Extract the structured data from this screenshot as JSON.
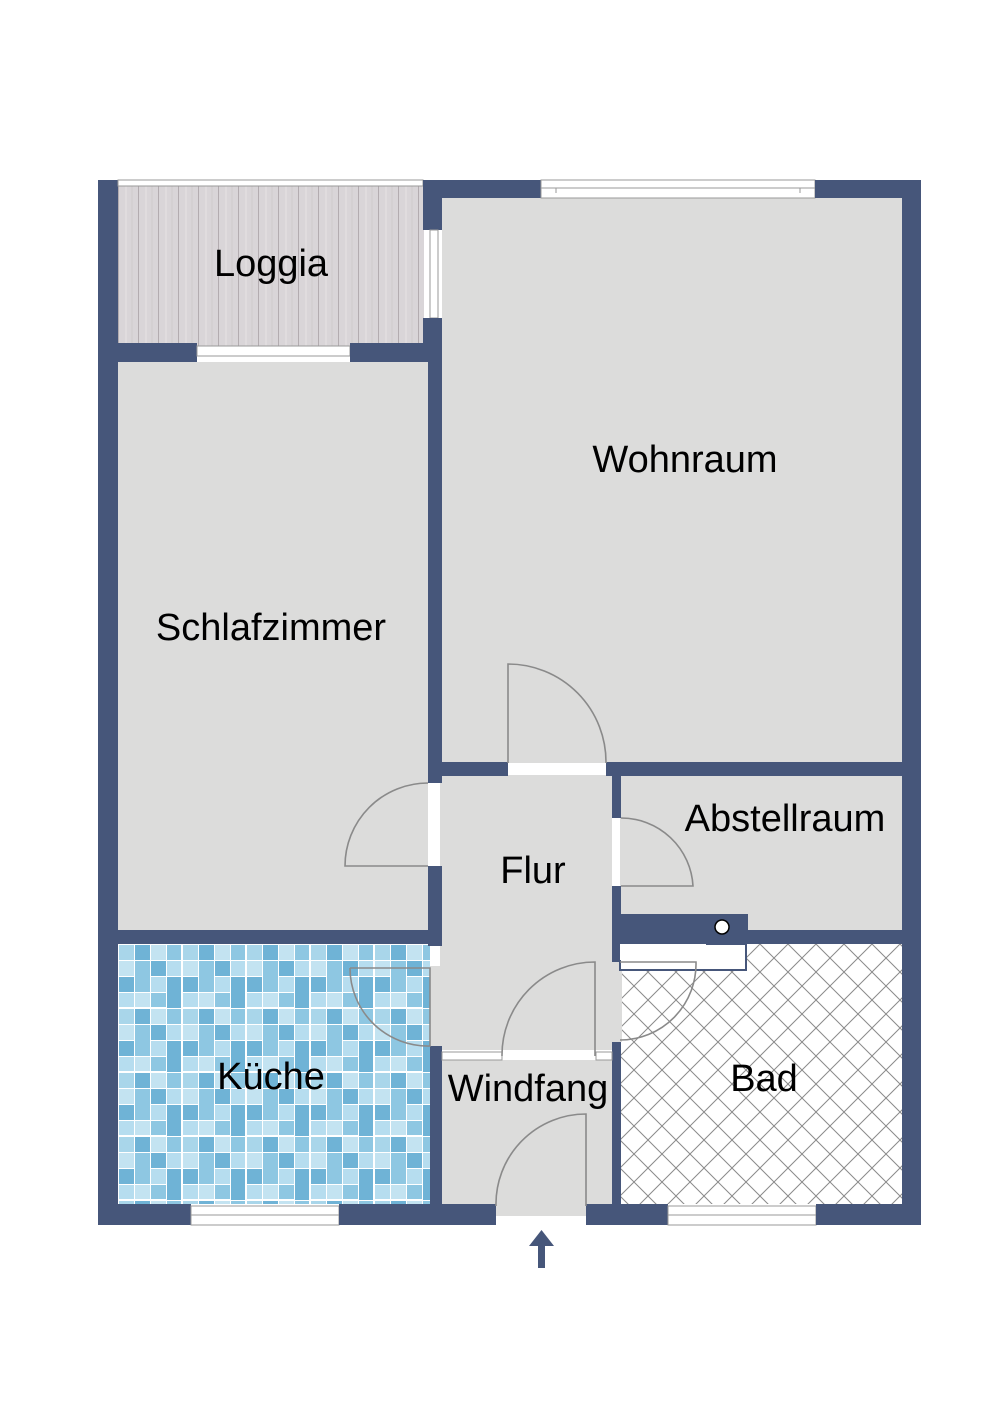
{
  "plan": {
    "colors": {
      "wall": "#46567a",
      "floor": "#dcdcdb",
      "window": "#ffffff",
      "loggia_wood": "#d9d5d8",
      "kitchen_tile": "#a9d6ea",
      "bath_tile": "#ffffff",
      "door_arc": "#8a8a8a"
    },
    "rooms": [
      {
        "id": "loggia",
        "label": "Loggia"
      },
      {
        "id": "wohnraum",
        "label": "Wohnraum"
      },
      {
        "id": "schlafzimmer",
        "label": "Schlafzimmer"
      },
      {
        "id": "flur",
        "label": "Flur"
      },
      {
        "id": "abstellraum",
        "label": "Abstellraum"
      },
      {
        "id": "kueche",
        "label": "Küche"
      },
      {
        "id": "windfang",
        "label": "Windfang"
      },
      {
        "id": "bad",
        "label": "Bad"
      }
    ],
    "entrance_arrow": "arrow-up-icon"
  }
}
